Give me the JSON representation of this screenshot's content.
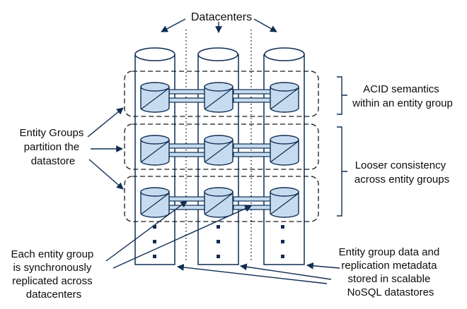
{
  "title": "Datacenters",
  "labels": {
    "acid": [
      "ACID semantics",
      "within an entity group"
    ],
    "looser": [
      "Looser consistency",
      "across entity groups"
    ],
    "entity_groups": [
      "Entity Groups",
      "partition the",
      "datastore"
    ],
    "replicated": [
      "Each entity group",
      "is synchronously",
      "replicated across",
      "datacenters"
    ],
    "storage": [
      "Entity group data and",
      "replication metadata",
      "stored in scalable",
      "NoSQL datastores"
    ]
  },
  "colors": {
    "stroke": "#0f2d52",
    "fill_light": "#c6dbef",
    "text": "#0c0c0c"
  }
}
